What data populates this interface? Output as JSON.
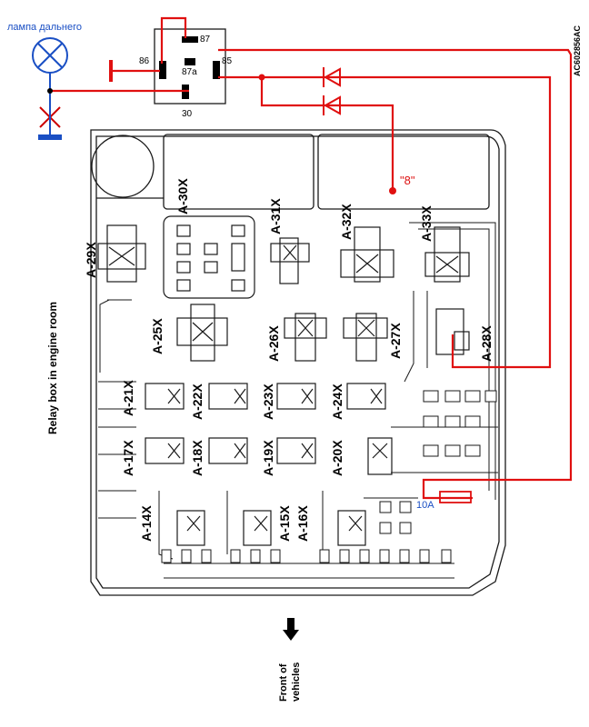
{
  "lamp_label": "лампа дальнего",
  "relay_pins": {
    "p87": "87",
    "p86": "86",
    "p87a": "87a",
    "p85": "85",
    "p30": "30"
  },
  "connector_8": "\"8\"",
  "fuse_label": "10A",
  "doc_code": "AC602856AC",
  "box_title": "Relay box in engine room",
  "front_label_line1": "Front of",
  "front_label_line2": "vehicles",
  "relays": {
    "a29": "A-29X",
    "a30": "A-30X",
    "a31": "A-31X",
    "a32": "A-32X",
    "a33": "A-33X",
    "a25": "A-25X",
    "a26": "A-26X",
    "a27": "A-27X",
    "a28": "A-28X",
    "a21": "A-21X",
    "a22": "A-22X",
    "a23": "A-23X",
    "a24": "A-24X",
    "a17": "A-17X",
    "a18": "A-18X",
    "a19": "A-19X",
    "a20": "A-20X",
    "a14": "A-14X",
    "a15": "A-15X",
    "a16": "A-16X"
  },
  "colors": {
    "wire": "#e01010",
    "lamp": "#1a4fc4",
    "ground": "#1a4fc4",
    "outline": "#1a1a1a"
  }
}
